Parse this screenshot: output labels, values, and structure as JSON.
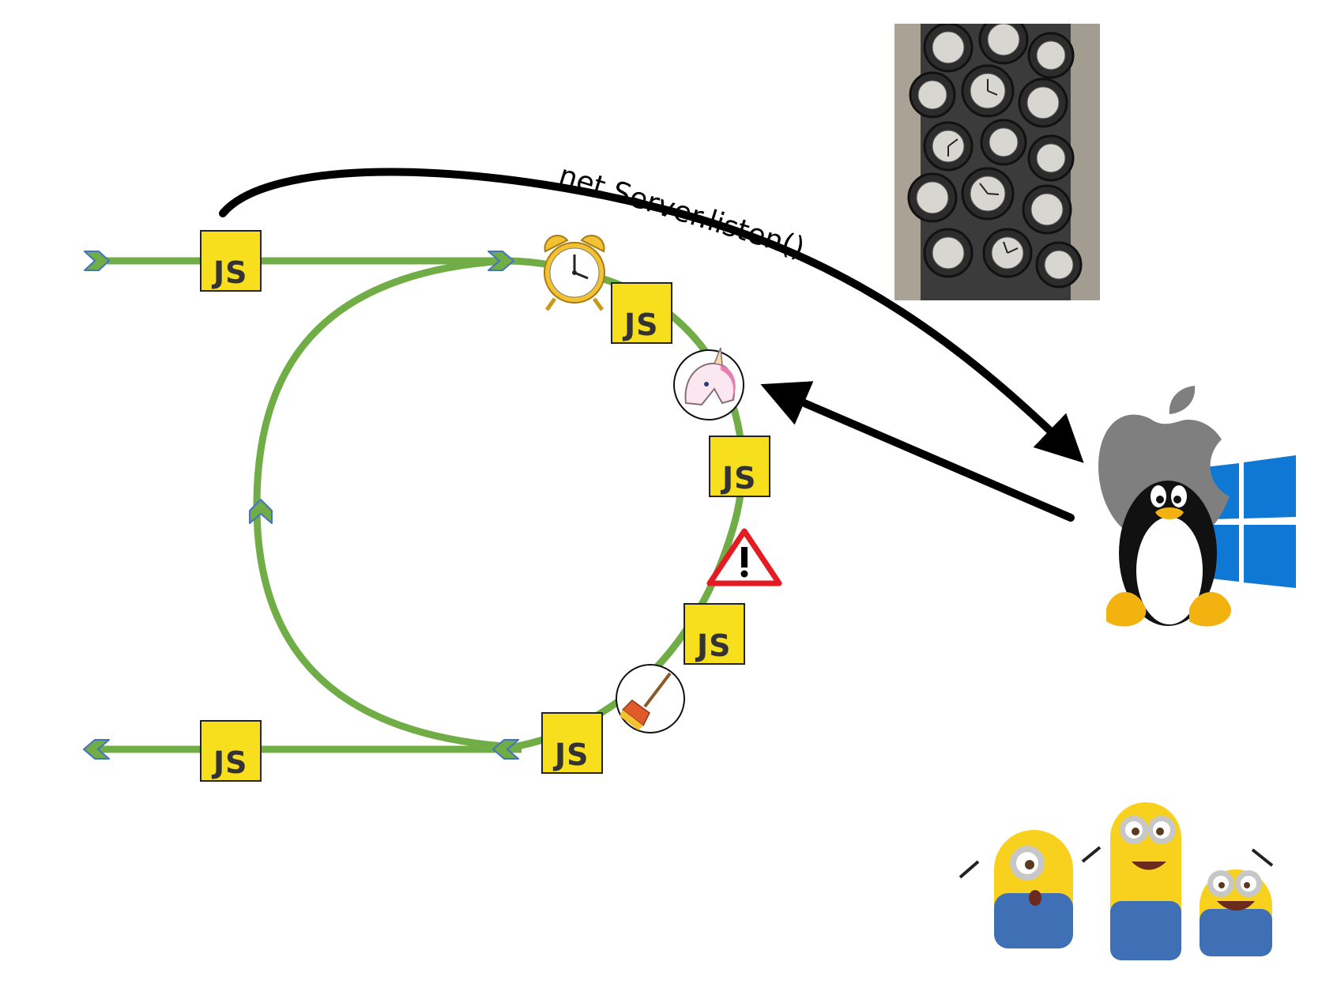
{
  "diagram": {
    "js_label": "JS",
    "call_label": "net.Server.listen()",
    "colors": {
      "loop_track": "#70ad47",
      "chevron_outline": "#4472c4",
      "js_box": "#f7df1e",
      "arrow": "#000000",
      "warning_red": "#e31b23",
      "windows_blue": "#0f78d4",
      "apple_gray": "#7f7f7f"
    },
    "icons": [
      "alarm-clock-icon",
      "unicorn-icon",
      "warning-icon",
      "broom-icon",
      "apple-logo-icon",
      "linux-penguin-icon",
      "windows-logo-icon"
    ],
    "images": [
      "clock-sculpture-photo",
      "minions-illustration"
    ]
  }
}
